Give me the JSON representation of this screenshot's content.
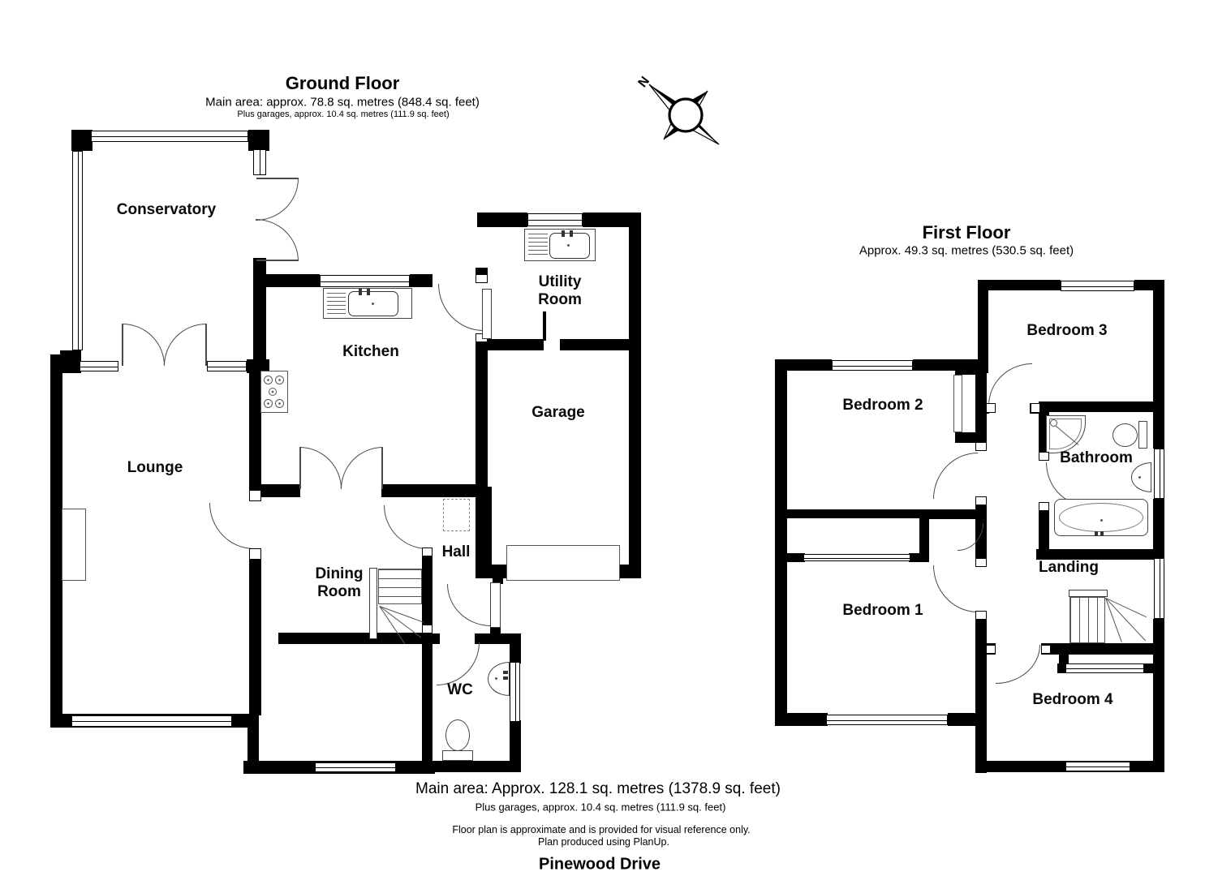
{
  "compass": {
    "north_label": "N"
  },
  "ground_floor": {
    "title": "Ground Floor",
    "area_line": "Main area: approx. 78.8 sq. metres (848.4 sq. feet)",
    "garage_line": "Plus garages, approx. 10.4 sq. metres (111.9 sq. feet)",
    "rooms": {
      "conservatory": "Conservatory",
      "kitchen": "Kitchen",
      "utility_room_line1": "Utility",
      "utility_room_line2": "Room",
      "garage": "Garage",
      "lounge": "Lounge",
      "dining_room_line1": "Dining",
      "dining_room_line2": "Room",
      "hall": "Hall",
      "wc": "WC"
    }
  },
  "first_floor": {
    "title": "First Floor",
    "area_line": "Approx. 49.3 sq. metres (530.5 sq. feet)",
    "rooms": {
      "bedroom_1": "Bedroom 1",
      "bedroom_2": "Bedroom 2",
      "bedroom_3": "Bedroom 3",
      "bedroom_4": "Bedroom 4",
      "bathroom": "Bathroom",
      "landing": "Landing"
    }
  },
  "footer": {
    "main_area": "Main area: Approx. 128.1 sq. metres (1378.9 sq. feet)",
    "garage_area": "Plus garages, approx. 10.4 sq. metres (111.9 sq. feet)",
    "disclaimer": "Floor plan is approximate and is provided for visual reference only.",
    "produced_with": "Plan produced using PlanUp.",
    "address": "Pinewood Drive"
  },
  "colors": {
    "wall": "#000000",
    "background": "#ffffff",
    "thin_line": "#444444"
  }
}
